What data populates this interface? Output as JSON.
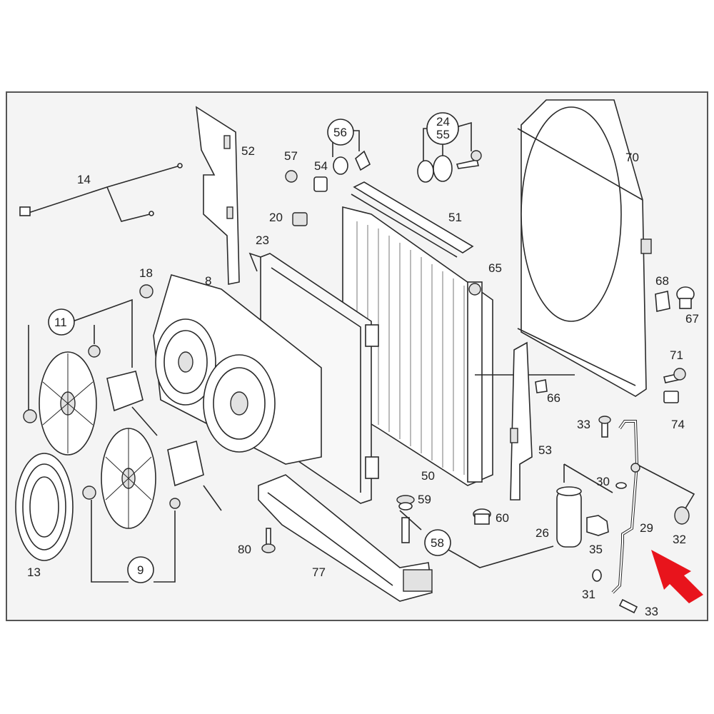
{
  "diagram": {
    "accent_color": "#e8141c",
    "callouts": [
      {
        "id": "c14",
        "label": "14"
      },
      {
        "id": "c52",
        "label": "52"
      },
      {
        "id": "c57",
        "label": "57"
      },
      {
        "id": "c54",
        "label": "54"
      },
      {
        "id": "c56",
        "label": "56"
      },
      {
        "id": "c24",
        "label": "24"
      },
      {
        "id": "c55",
        "label": "55"
      },
      {
        "id": "c70",
        "label": "70"
      },
      {
        "id": "c20",
        "label": "20"
      },
      {
        "id": "c51",
        "label": "51"
      },
      {
        "id": "c23",
        "label": "23"
      },
      {
        "id": "c65",
        "label": "65"
      },
      {
        "id": "c18",
        "label": "18"
      },
      {
        "id": "c8",
        "label": "8"
      },
      {
        "id": "c68",
        "label": "68"
      },
      {
        "id": "c67",
        "label": "67"
      },
      {
        "id": "c11",
        "label": "11"
      },
      {
        "id": "c71",
        "label": "71"
      },
      {
        "id": "c66",
        "label": "66"
      },
      {
        "id": "c74",
        "label": "74"
      },
      {
        "id": "c33a",
        "label": "33"
      },
      {
        "id": "c53",
        "label": "53"
      },
      {
        "id": "c50",
        "label": "50"
      },
      {
        "id": "c30",
        "label": "30"
      },
      {
        "id": "c59",
        "label": "59"
      },
      {
        "id": "c60",
        "label": "60"
      },
      {
        "id": "c29",
        "label": "29"
      },
      {
        "id": "c32",
        "label": "32"
      },
      {
        "id": "c26",
        "label": "26"
      },
      {
        "id": "c58",
        "label": "58"
      },
      {
        "id": "c80",
        "label": "80"
      },
      {
        "id": "c35",
        "label": "35"
      },
      {
        "id": "c13",
        "label": "13"
      },
      {
        "id": "c9",
        "label": "9"
      },
      {
        "id": "c77",
        "label": "77"
      },
      {
        "id": "c31",
        "label": "31"
      },
      {
        "id": "c33b",
        "label": "33"
      }
    ]
  }
}
